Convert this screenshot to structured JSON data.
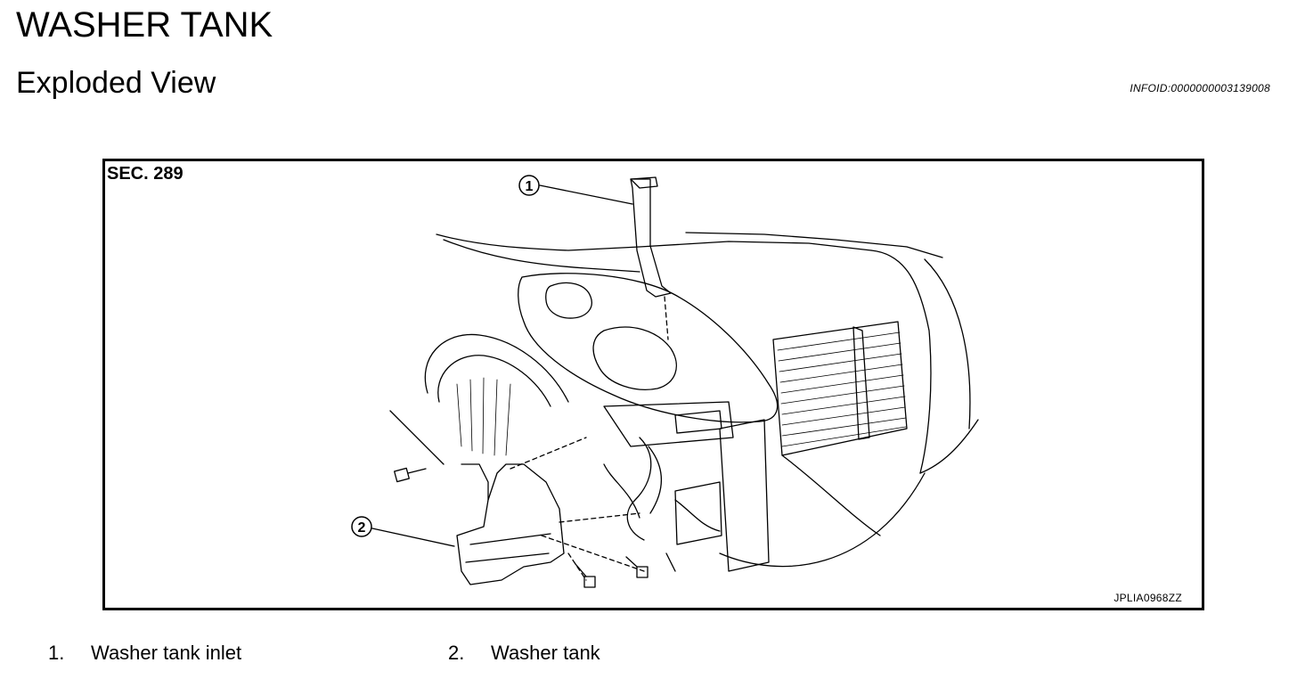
{
  "header": {
    "title": "WASHER TANK",
    "subtitle": "Exploded View",
    "infoid": "INFOID:0000000003139008"
  },
  "figure": {
    "section": "SEC. 289",
    "figure_id": "JPLIA0968ZZ",
    "callouts": [
      "1",
      "2"
    ]
  },
  "legend": [
    {
      "number": "1.",
      "label": "Washer tank inlet"
    },
    {
      "number": "2.",
      "label": "Washer tank"
    }
  ]
}
